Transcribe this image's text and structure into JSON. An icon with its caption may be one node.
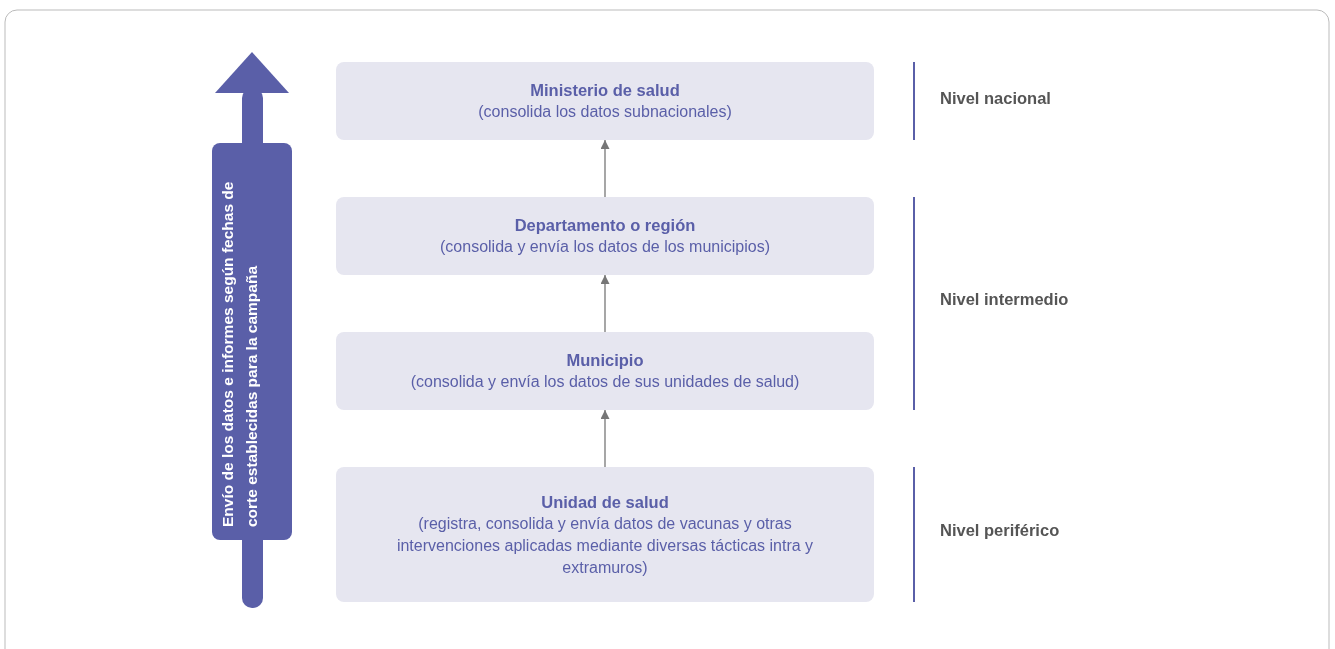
{
  "diagram": {
    "nodes": [
      {
        "text": [
          "Ministerio de salud",
          "(consolida los datos subnacionales)"
        ]
      },
      {
        "text": [
          "Departamento o región",
          "(consolida y envía los datos de los municipios)"
        ]
      },
      {
        "text": [
          "Municipio",
          "(consolida y envía los datos de sus unidades de salud)"
        ]
      },
      {
        "text": [
          "Unidad de salud",
          "(registra, consolida y envía datos de vacunas y otras intervenciones aplicadas mediante diversas tácticas intra y extramuros)"
        ]
      },
      {
        "text": [
          "Envío de los datos e informes según fechas de corte establecidas para la campaña"
        ]
      }
    ],
    "edges": [
      {
        "from": 3,
        "to": 2,
        "arrow": "to"
      },
      {
        "from": 2,
        "to": 1,
        "arrow": "to"
      },
      {
        "from": 1,
        "to": 0,
        "arrow": "to"
      }
    ],
    "labels": [
      "Nivel nacional",
      "Nivel intermedio",
      "Nivel periférico"
    ]
  }
}
